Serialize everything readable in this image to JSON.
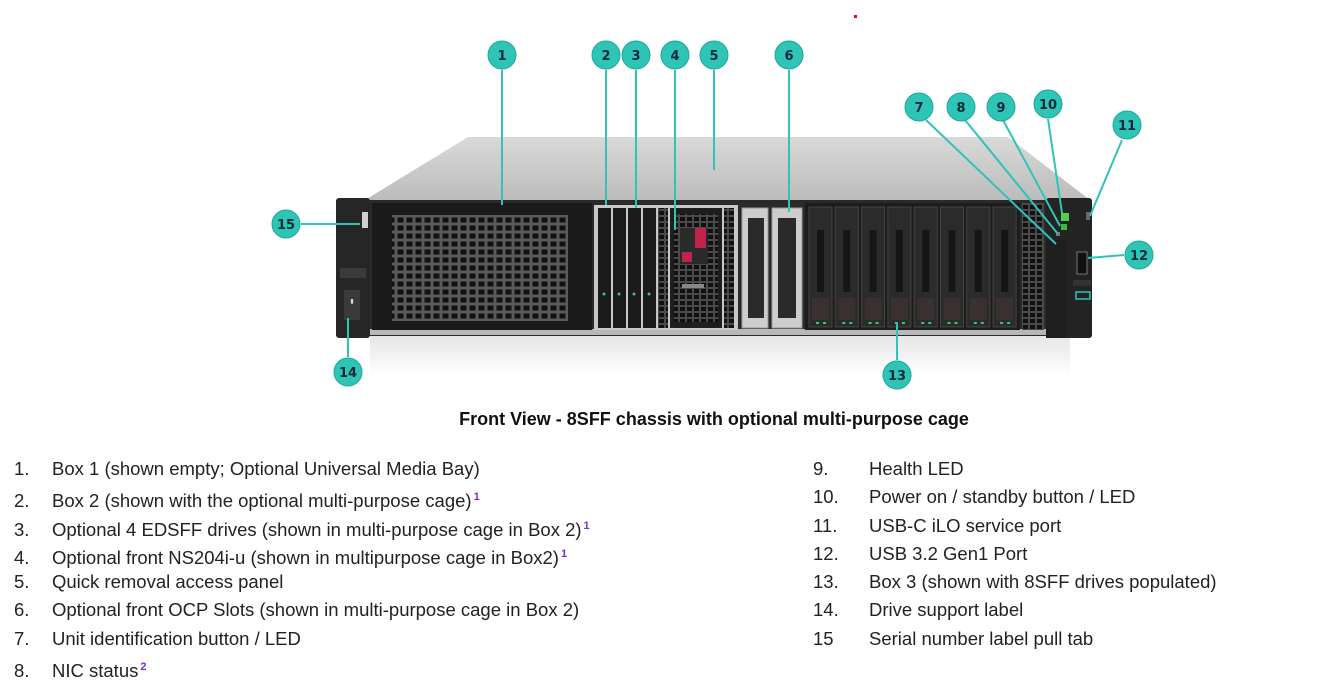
{
  "figure": {
    "caption": "Front View - 8SFF chassis with optional multi-purpose cage",
    "accent_color": "#2ec4b6",
    "callouts": [
      "1",
      "2",
      "3",
      "4",
      "5",
      "6",
      "7",
      "8",
      "9",
      "10",
      "11",
      "12",
      "13",
      "14",
      "15"
    ]
  },
  "legend_left": [
    {
      "num": "1.",
      "text": "Box 1 (shown empty; Optional Universal Media Bay)",
      "note": ""
    },
    {
      "num": "2.",
      "text": "Box 2 (shown with the optional multi-purpose cage)",
      "note": "1"
    },
    {
      "num": "3.",
      "text": "Optional 4 EDSFF drives (shown in multi-purpose cage in Box 2)",
      "note": "1"
    },
    {
      "num": "4.",
      "text": "Optional front NS204i-u (shown in multipurpose cage in Box2)",
      "note": "1"
    },
    {
      "num": "5.",
      "text": "Quick removal access panel",
      "note": ""
    },
    {
      "num": "6.",
      "text": "Optional front OCP Slots (shown in multi-purpose cage in Box 2)",
      "note": ""
    },
    {
      "num": "7.",
      "text": "Unit identification button / LED",
      "note": ""
    },
    {
      "num": "8.",
      "text": "NIC status",
      "note": "2"
    }
  ],
  "legend_right": [
    {
      "num": "9.",
      "text": "Health LED"
    },
    {
      "num": "10.",
      "text": "Power on / standby button / LED"
    },
    {
      "num": "11.",
      "text": "USB-C iLO service port"
    },
    {
      "num": "12.",
      "text": "USB 3.2 Gen1 Port"
    },
    {
      "num": "13.",
      "text": "Box 3 (shown with 8SFF drives populated)"
    },
    {
      "num": "14.",
      "text": "Drive support label"
    },
    {
      "num": "15",
      "text": "Serial number label pull tab"
    }
  ]
}
